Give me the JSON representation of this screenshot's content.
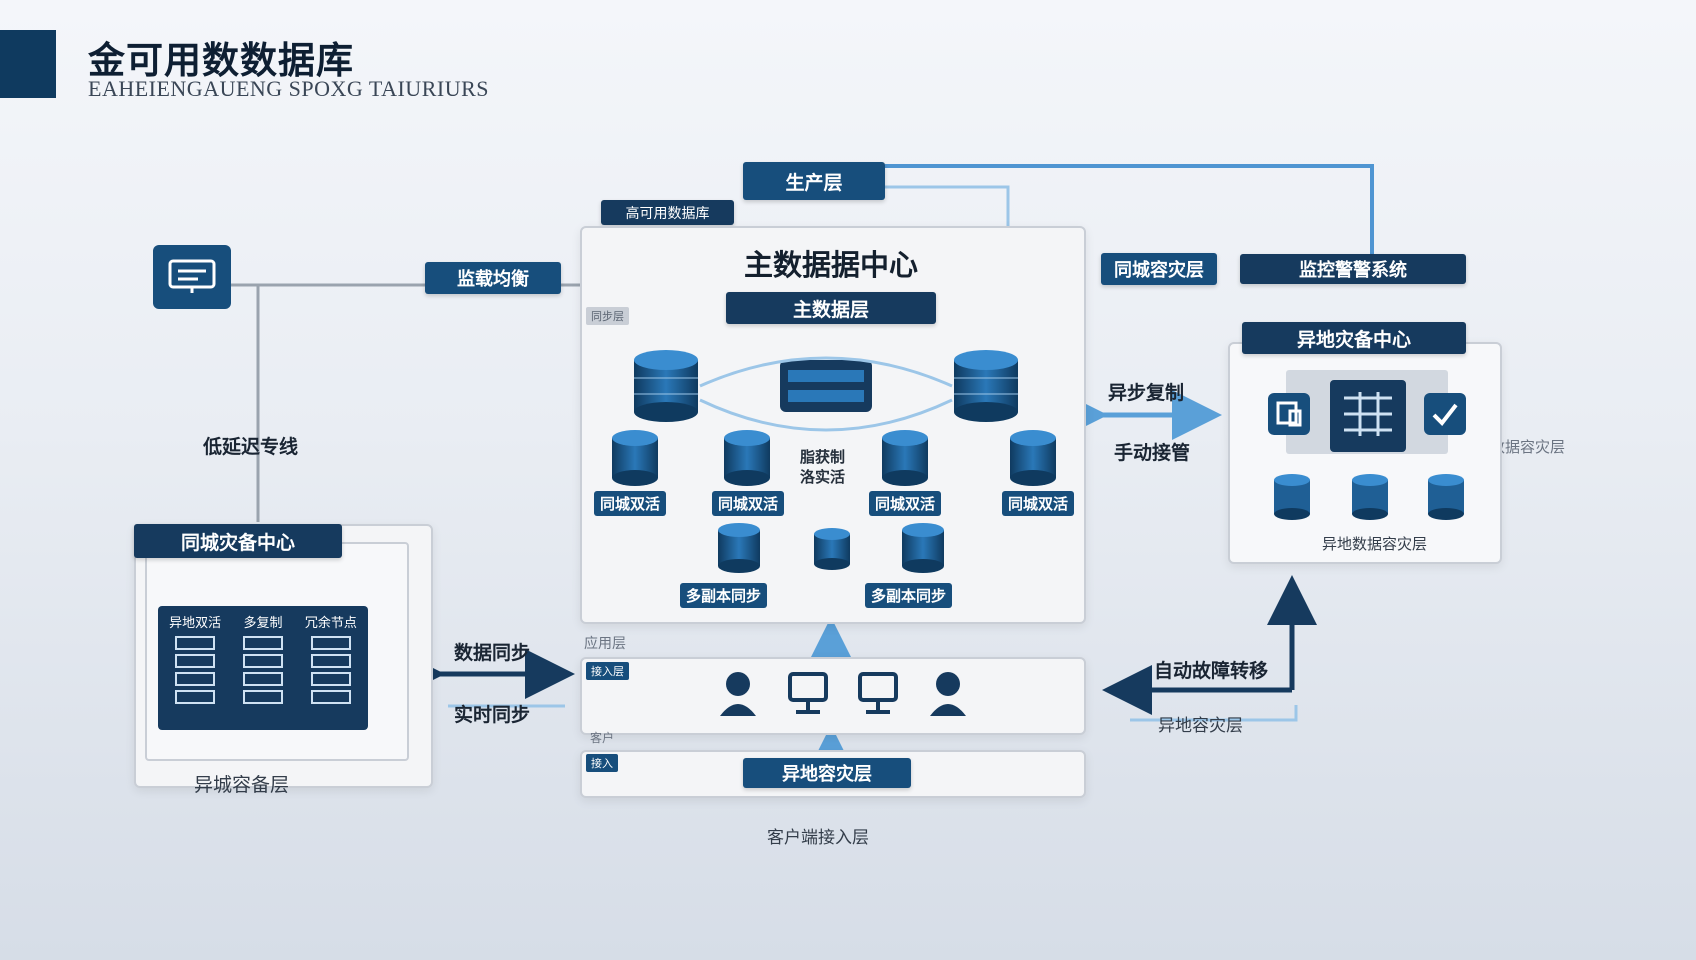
{
  "header": {
    "title": "金可用数数据库",
    "subtitle": "EAHEIENGAUENG SPOXG TAIURIURS"
  },
  "tags": {
    "production_layer": "生产层",
    "ha_database": "高可用数据库",
    "load_balance": "监载均衡",
    "same_city_dr": "同城容灾层",
    "monitor_system": "监控警警系统",
    "remote_dr_center": "异地灾备中心",
    "main_db_layer": "主数据层",
    "remote_dr_layer_button": "异地容灾层",
    "same_city_dr_center": "同城灾备中心"
  },
  "main_center": {
    "title": "主数据据中心",
    "center_text_1": "脂获制",
    "center_text_2": "洛实活",
    "db_labels": [
      "同城双活",
      "同城双活",
      "同城双活",
      "同城双活"
    ],
    "replica_labels": [
      "多副本同步",
      "多副本同步"
    ],
    "small_tags": {
      "panel_left": "同步层",
      "app_layer_heading": "应用层",
      "app_tag": "接入层",
      "client_heading": "客户",
      "client_tag": "接入"
    }
  },
  "left": {
    "low_latency": "低延迟专线",
    "panel_tabs": [
      "异地双活",
      "多复制",
      "冗余节点"
    ],
    "bottom_label": "异城容备层",
    "data_sync": "数据同步",
    "realtime_sync": "实时同步"
  },
  "right": {
    "async_replication": "异步复制",
    "manual_takeover": "手动接管",
    "side_label": "数据容灾层",
    "remote_layer_label": "异地数据容灾层",
    "auto_failover": "自动故障转移",
    "remote_dr_layer": "异地容灾层"
  },
  "bottom": {
    "client_access_layer": "客户端接入层"
  },
  "colors": {
    "primary": "#174e7c",
    "dark": "#0f3a5f",
    "arrow": "#5aa0d8"
  }
}
